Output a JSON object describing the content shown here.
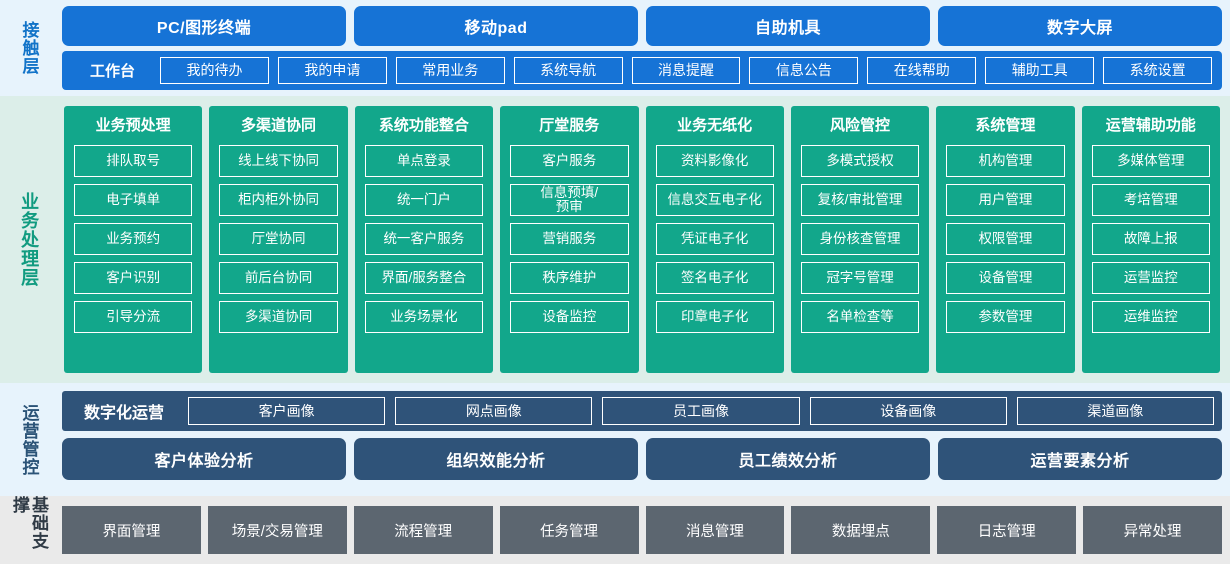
{
  "layers": {
    "contact": {
      "label": "接触层",
      "accent": "#1673D6",
      "background": "#E7F3FC",
      "channels": [
        {
          "label": "PC/图形终端"
        },
        {
          "label": "移动pad"
        },
        {
          "label": "自助机具"
        },
        {
          "label": "数字大屏"
        }
      ],
      "workbench": {
        "title": "工作台",
        "items": [
          {
            "label": "我的待办"
          },
          {
            "label": "我的申请"
          },
          {
            "label": "常用业务"
          },
          {
            "label": "系统导航"
          },
          {
            "label": "消息提醒"
          },
          {
            "label": "信息公告"
          },
          {
            "label": "在线帮助"
          },
          {
            "label": "辅助工具"
          },
          {
            "label": "系统设置"
          }
        ]
      }
    },
    "business": {
      "label": "业务处理层",
      "accent": "#12A78B",
      "background": "#DCEEE9",
      "columns": [
        {
          "title": "业务预处理",
          "items": [
            {
              "label": "排队取号"
            },
            {
              "label": "电子填单"
            },
            {
              "label": "业务预约"
            },
            {
              "label": "客户识别"
            },
            {
              "label": "引导分流"
            }
          ]
        },
        {
          "title": "多渠道协同",
          "items": [
            {
              "label": "线上线下协同"
            },
            {
              "label": "柜内柜外协同"
            },
            {
              "label": "厅堂协同"
            },
            {
              "label": "前后台协同"
            },
            {
              "label": "多渠道协同"
            }
          ]
        },
        {
          "title": "系统功能整合",
          "items": [
            {
              "label": "单点登录"
            },
            {
              "label": "统一门户"
            },
            {
              "label": "统一客户服务"
            },
            {
              "label": "界面/服务整合"
            },
            {
              "label": "业务场景化"
            }
          ]
        },
        {
          "title": "厅堂服务",
          "items": [
            {
              "label": "客户服务"
            },
            {
              "label": "信息预填/\n预审"
            },
            {
              "label": "营销服务"
            },
            {
              "label": "秩序维护"
            },
            {
              "label": "设备监控"
            }
          ]
        },
        {
          "title": "业务无纸化",
          "items": [
            {
              "label": "资料影像化"
            },
            {
              "label": "信息交互电子化"
            },
            {
              "label": "凭证电子化"
            },
            {
              "label": "签名电子化"
            },
            {
              "label": "印章电子化"
            }
          ]
        },
        {
          "title": "风险管控",
          "items": [
            {
              "label": "多模式授权"
            },
            {
              "label": "复核/审批管理"
            },
            {
              "label": "身份核查管理"
            },
            {
              "label": "冠字号管理"
            },
            {
              "label": "名单检查等"
            }
          ]
        },
        {
          "title": "系统管理",
          "items": [
            {
              "label": "机构管理"
            },
            {
              "label": "用户管理"
            },
            {
              "label": "权限管理"
            },
            {
              "label": "设备管理"
            },
            {
              "label": "参数管理"
            }
          ]
        },
        {
          "title": "运营辅助功能",
          "items": [
            {
              "label": "多媒体管理"
            },
            {
              "label": "考培管理"
            },
            {
              "label": "故障上报"
            },
            {
              "label": "运营监控"
            },
            {
              "label": "运维监控"
            }
          ]
        }
      ]
    },
    "operations": {
      "label": "运营管控",
      "accent": "#2F5379",
      "background": "#E7F3FC",
      "portrait": {
        "title": "数字化运营",
        "items": [
          {
            "label": "客户画像"
          },
          {
            "label": "网点画像"
          },
          {
            "label": "员工画像"
          },
          {
            "label": "设备画像"
          },
          {
            "label": "渠道画像"
          }
        ]
      },
      "analysis": [
        {
          "label": "客户体验分析"
        },
        {
          "label": "组织效能分析"
        },
        {
          "label": "员工绩效分析"
        },
        {
          "label": "运营要素分析"
        }
      ]
    },
    "base": {
      "label": "基础支撑",
      "accent": "#5C6670",
      "background": "#EAEAEA",
      "items": [
        {
          "label": "界面管理"
        },
        {
          "label": "场景/交易管理"
        },
        {
          "label": "流程管理"
        },
        {
          "label": "任务管理"
        },
        {
          "label": "消息管理"
        },
        {
          "label": "数据埋点"
        },
        {
          "label": "日志管理"
        },
        {
          "label": "异常处理"
        }
      ]
    }
  }
}
